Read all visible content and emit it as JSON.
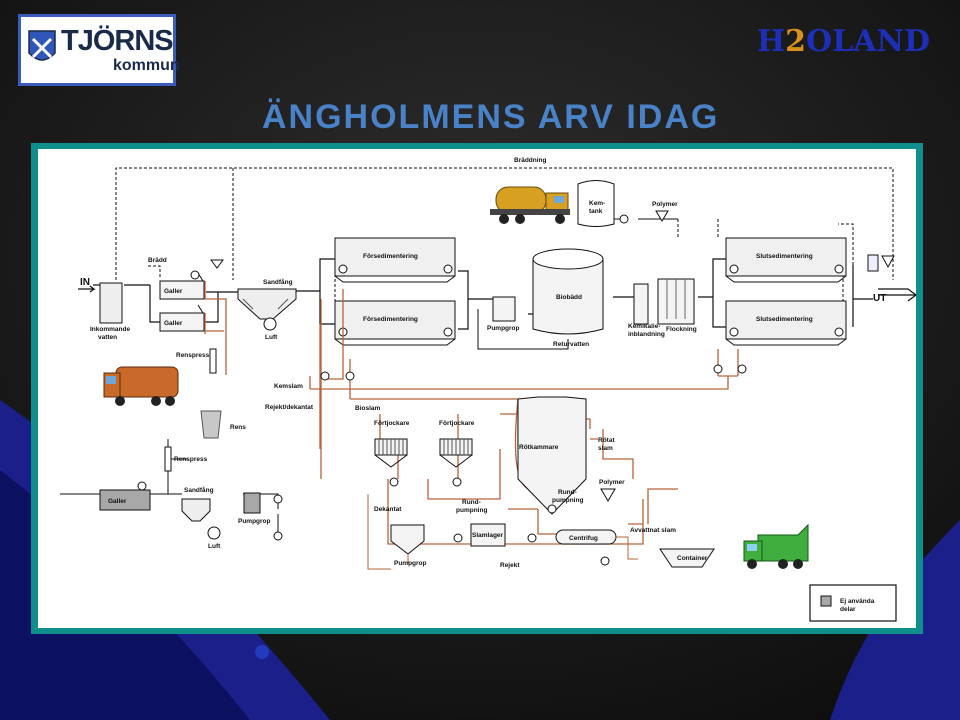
{
  "logo": {
    "name": "TJÖRNS",
    "sub": "kommun"
  },
  "brand": {
    "part1": "H",
    "part2": "2",
    "part3": "OLAND"
  },
  "title": "ÄNGHOLMENS ARV IDAG",
  "diagram": {
    "braddning": "Bräddning",
    "in": "IN",
    "ut": "UT",
    "inkommande1": "Inkommande",
    "inkommande2": "vatten",
    "bradd": "Brädd",
    "galler": "Galler",
    "sandfang": "Sandfång",
    "luft": "Luft",
    "renspress": "Renspress",
    "forsedimentering": "Försedimentering",
    "slutsedimentering": "Slutsedimentering",
    "kemtank1": "Kem-",
    "kemtank2": "tank",
    "polymer": "Polymer",
    "biobadd": "Biobädd",
    "pumpgrop": "Pumpgrop",
    "returvatten": "Returvatten",
    "kemikalie1": "Kemikalie-",
    "kemikalie2": "inblandning",
    "flockning": "Flockning",
    "kemslam": "Kemslam",
    "rejekt_dekantat": "Rejekt/dekantat",
    "bioslam": "Bioslam",
    "rens": "Rens",
    "fortjockare": "Förtjockare",
    "rotkammare": "Rötkammare",
    "rotat1": "Rötat",
    "rotat2": "slam",
    "rundpumpning1": "Rund-",
    "rundpumpning2": "pumpning",
    "dekantat": "Dekantat",
    "slamlager": "Slamlager",
    "centrifug": "Centrifug",
    "avvattnat": "Avvattnat slam",
    "container": "Container",
    "rejekt": "Rejekt",
    "legend1": "Ej använda",
    "legend2": "delar"
  },
  "colors": {
    "teal": "#0f8f8c",
    "pipe_orange": "#b8643a",
    "title_blue": "#4a82c8"
  }
}
